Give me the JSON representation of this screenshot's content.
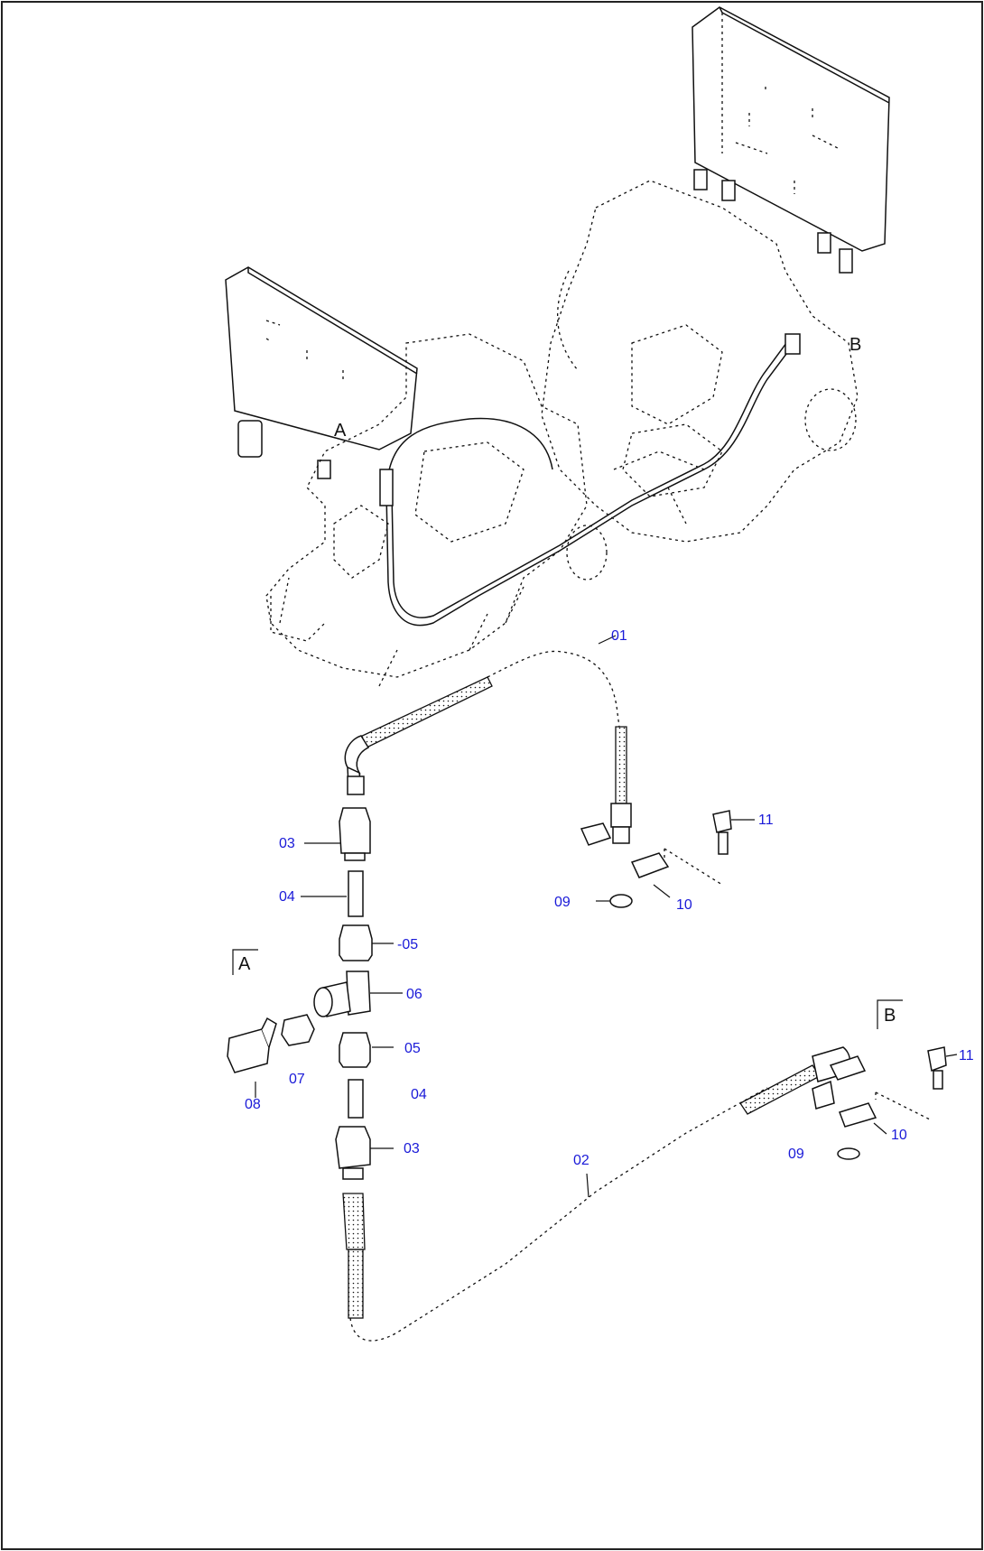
{
  "diagram": {
    "view_labels": {
      "a": "A",
      "b": "B"
    },
    "detail_labels": {
      "a": "A",
      "b": "B"
    },
    "callouts": {
      "c01": "01",
      "c02": "02",
      "c03_top": "03",
      "c03_bottom": "03",
      "c04_top": "04",
      "c04_bottom": "04",
      "c05_top": "-05",
      "c05_bottom": "05",
      "c06": "06",
      "c07": "07",
      "c08": "08",
      "c09_a": "09",
      "c09_b": "09",
      "c10_a": "10",
      "c10_b": "10",
      "c11_a": "11",
      "c11_b": "11"
    },
    "colors": {
      "line": "#111111",
      "callout": "#1a1ad8",
      "background": "#ffffff"
    }
  }
}
